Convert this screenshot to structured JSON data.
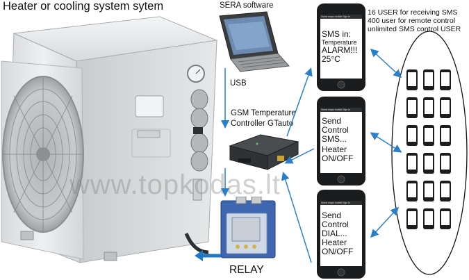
{
  "title": "Heater or cooling system sytem",
  "labels": {
    "software": "SERA software",
    "usb": "USB",
    "controller_line1": "GSM Temperature",
    "controller_line2": "Controller GTauto",
    "relay": "RELAY"
  },
  "watermark": "www.topkodas.lt",
  "user_info": [
    "16 USER for receiving SMS",
    "400 user for remote control",
    "unlimited SMS control USER"
  ],
  "phones": [
    {
      "lines": [
        "SMS in:",
        "Temperature",
        "ALARM!!!",
        "25°C"
      ]
    },
    {
      "lines": [
        "Send",
        "Control",
        "SMS...",
        "Heater",
        "ON/OFF"
      ]
    },
    {
      "lines": [
        "Send",
        "Control",
        "DIAL...",
        "Heater",
        "ON/OFF"
      ]
    }
  ],
  "phone_header": "Home   maps   mobile   Sign In",
  "user_phone_count": 18,
  "colors": {
    "arrow": "#2a7fc8",
    "relay_arrow": "#1f77c8"
  }
}
